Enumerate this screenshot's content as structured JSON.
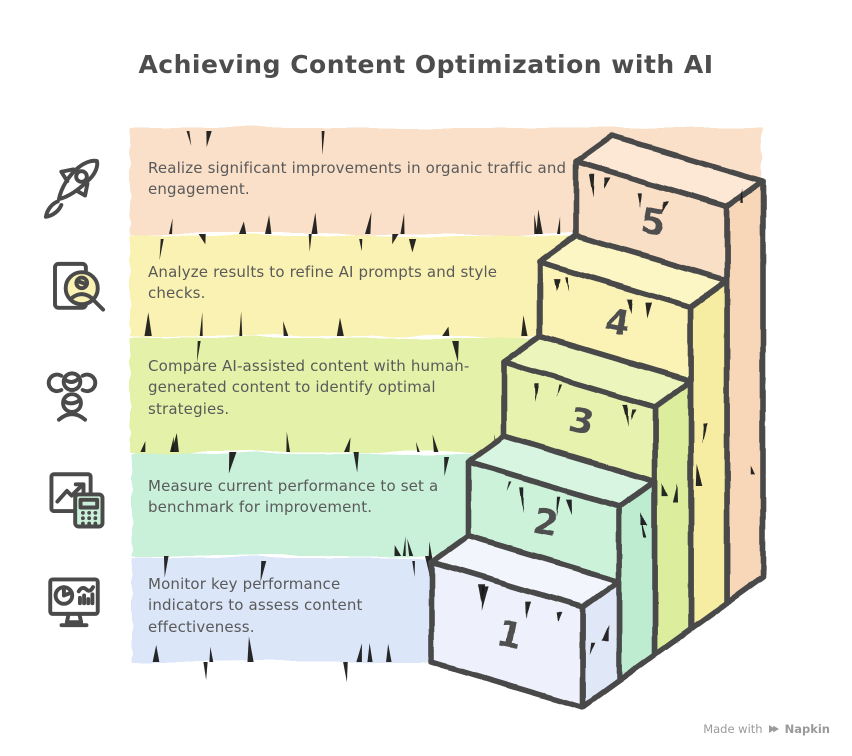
{
  "title": "Achieving Content Optimization with AI",
  "colors": {
    "outline": "#4a4a4a",
    "title": "#4d4d4d",
    "text": "#5a5a5a",
    "number": "#4f4f4f",
    "ink": "#161616",
    "footer_text": "#9a9a9a"
  },
  "steps": [
    {
      "number": "1",
      "label": "Monitor key performance indicators to assess content effectiveness.",
      "icon": "monitor-dashboard-icon",
      "colors": {
        "band": "#dbe6f8",
        "face": "#eef1fb",
        "top": "#f3f5fc",
        "side": "#e0e7f7"
      }
    },
    {
      "number": "2",
      "label": "Measure current performance to set a benchmark for improvement.",
      "icon": "chart-calculator-icon",
      "colors": {
        "band": "#c9f0d8",
        "face": "#cdf2da",
        "top": "#d8f5e2",
        "side": "#bdecd0"
      }
    },
    {
      "number": "3",
      "label": "Compare AI-assisted content with human-generated content to identify optimal strategies.",
      "icon": "compare-users-icon",
      "colors": {
        "band": "#e4f1a9",
        "face": "#e6f2ae",
        "top": "#ecf5bc",
        "side": "#dcee9e"
      }
    },
    {
      "number": "4",
      "label": "Analyze results to refine AI prompts and style checks.",
      "icon": "document-search-icon",
      "colors": {
        "band": "#faf2b2",
        "face": "#fbf3b6",
        "top": "#fcf6c5",
        "side": "#f6eda3"
      }
    },
    {
      "number": "5",
      "label": "Realize significant improvements in organic traffic and engagement.",
      "icon": "rocket-icon",
      "colors": {
        "band": "#fae0c9",
        "face": "#fadfc7",
        "top": "#fce8d5",
        "side": "#f8d7b9"
      }
    }
  ],
  "footer": {
    "made_with": "Made with",
    "brand": "Napkin"
  }
}
